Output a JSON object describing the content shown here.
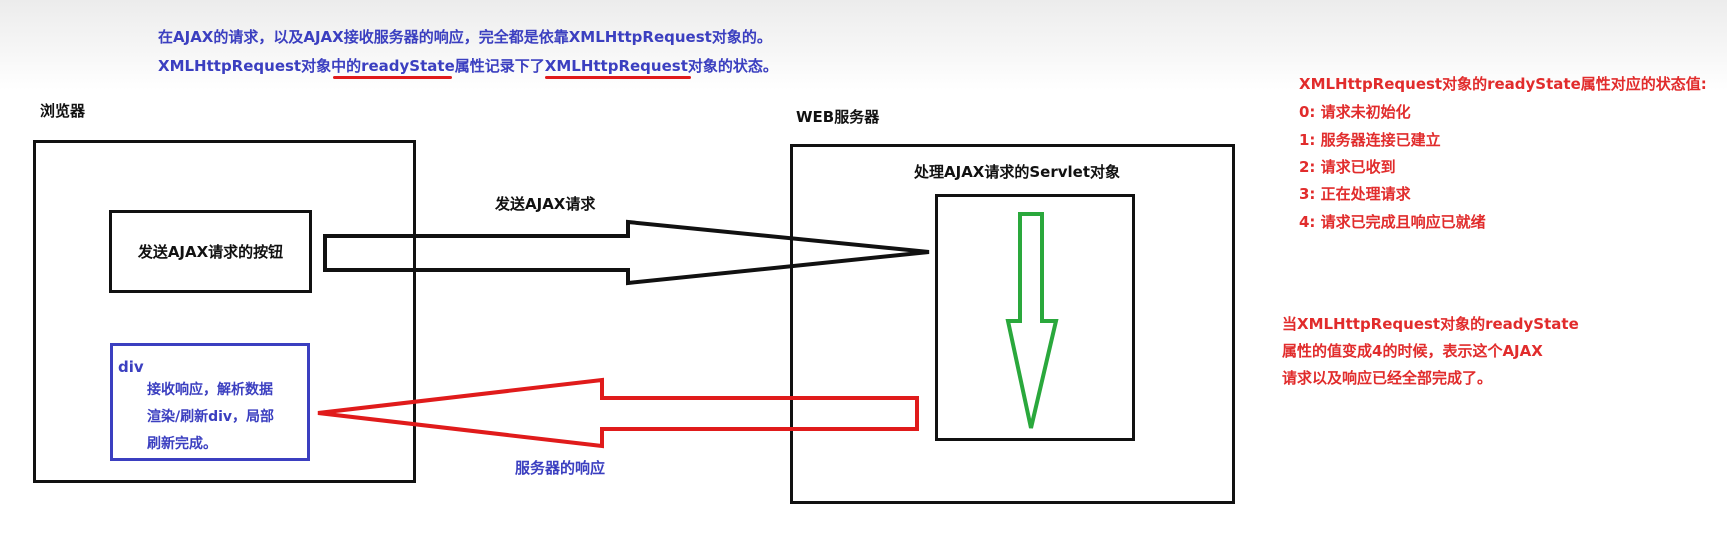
{
  "top_notes": {
    "line1": "在AJAX的请求，以及AJAX接收服务器的响应，完全都是依靠XMLHttpRequest对象的。",
    "line2_part1": "XMLHttpRequest对象中的",
    "line2_part2": "readyState",
    "line2_part3": "属性记录下了",
    "line2_part4": "XMLHttpRequest",
    "line2_part5": "对象的状态。"
  },
  "browser": {
    "label": "浏览器",
    "button_label": "发送AJAX请求的按钮",
    "div_tag": "div",
    "div_lines": [
      "接收响应，解析数据",
      "渲染/刷新div，局部",
      "刷新完成。"
    ]
  },
  "server": {
    "label": "WEB服务器",
    "servlet_label": "处理AJAX请求的Servlet对象"
  },
  "arrows": {
    "request_label": "发送AJAX请求",
    "response_label": "服务器的响应"
  },
  "ready_states": {
    "title": "XMLHttpRequest对象的readyState属性对应的状态值:",
    "items": [
      "0:  请求未初始化",
      "1:  服务器连接已建立",
      "2:  请求已收到",
      "3:  正在处理请求",
      "4:  请求已完成且响应已就绪"
    ]
  },
  "completion_note": {
    "lines": [
      "当XMLHttpRequest对象的readyState",
      "属性的值变成4的时候，表示这个AJAX",
      "请求以及响应已经全部完成了。"
    ]
  },
  "colors": {
    "note_blue": "#3b3fc0",
    "note_red": "#e12c2c",
    "request_arrow": "#111111",
    "response_arrow": "#e01b1b",
    "processing_arrow": "#2aa83c",
    "div_border": "#3b3fc0"
  }
}
